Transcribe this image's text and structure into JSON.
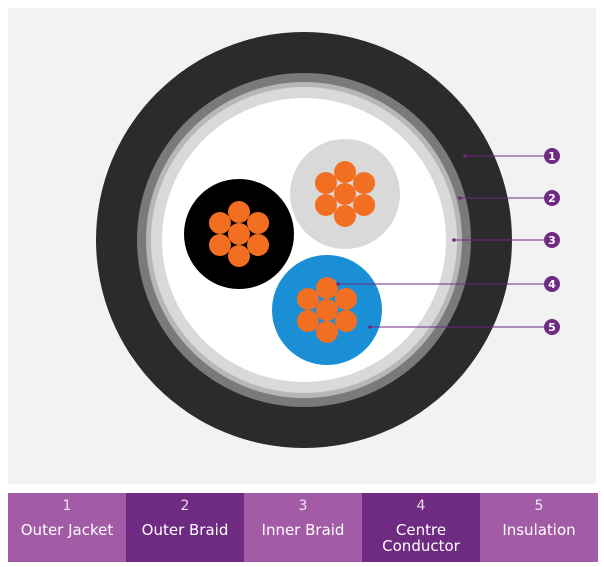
{
  "colors": {
    "background": "#f2f2f2",
    "outer_jacket": "#2b2b2b",
    "outer_braid": "#7a7a7a",
    "inner_braid": "#d9d9d9",
    "filler": "#ffffff",
    "core_black": "#000000",
    "core_grey": "#d9d9d9",
    "core_blue": "#1a8fd6",
    "strand": "#f26f21",
    "marker": "#6f2a82",
    "legend_light": "#a35ba5",
    "legend_dark": "#6f2a82"
  },
  "markers": [
    "1",
    "2",
    "3",
    "4",
    "5"
  ],
  "legend": [
    {
      "number": "1",
      "label": "Outer Jacket",
      "shade": "light"
    },
    {
      "number": "2",
      "label": "Outer Braid",
      "shade": "dark"
    },
    {
      "number": "3",
      "label": "Inner Braid",
      "shade": "light"
    },
    {
      "number": "4",
      "label": "Centre\nConductor",
      "shade": "dark"
    },
    {
      "number": "5",
      "label": "Insulation",
      "shade": "light"
    }
  ]
}
